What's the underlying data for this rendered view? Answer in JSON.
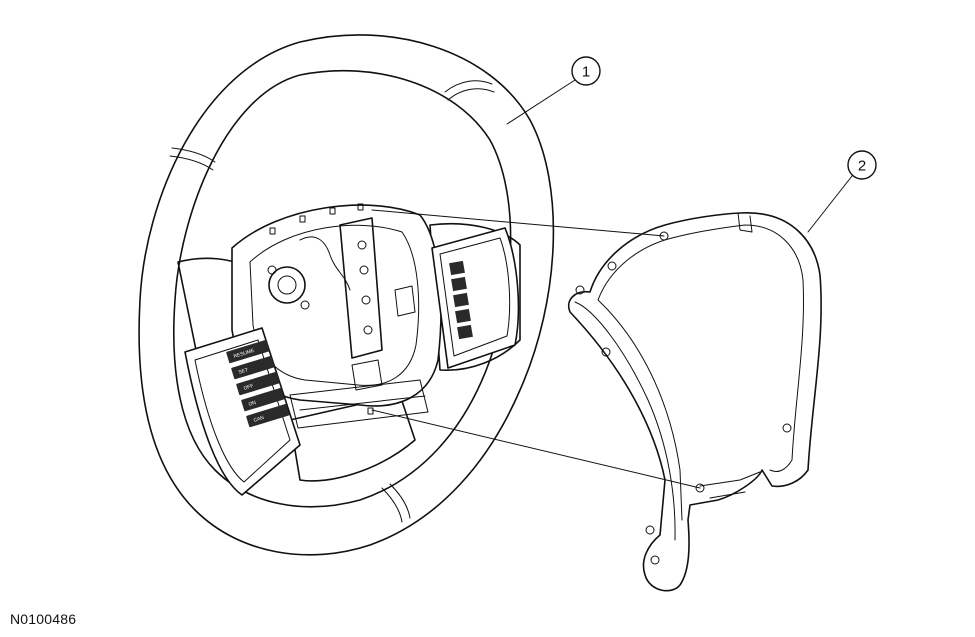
{
  "figure_id": "N0100486",
  "callouts": [
    {
      "number": "1"
    },
    {
      "number": "2"
    }
  ],
  "switch_labels": {
    "left": [
      "RESUME",
      "SET",
      "OFF",
      "ON",
      "CAN"
    ],
    "right": []
  },
  "colors": {
    "line": "#111111",
    "background": "#ffffff",
    "switch_fill": "#2a2a2a"
  }
}
